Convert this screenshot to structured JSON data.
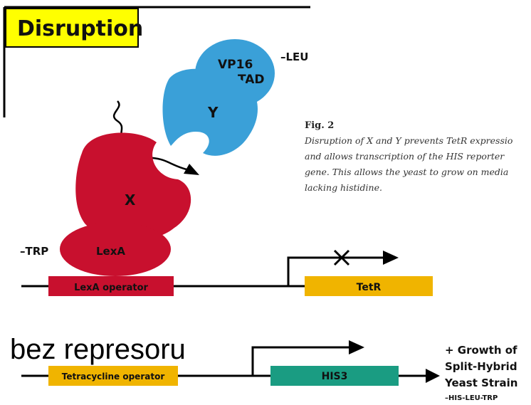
{
  "title": "Disruption",
  "proteins": {
    "vp16_tad_line1": "VP16",
    "vp16_tad_line2": "TAD",
    "y": "Y",
    "x": "X",
    "lexa": "LexA"
  },
  "markers": {
    "leu": "–LEU",
    "trp": "–TRP"
  },
  "figure": {
    "label": "Fig. 2",
    "caption_lines": [
      "Disruption of X and Y prevents TetR expressio",
      "and allows transcription of the HIS reporter",
      "gene. This allows the yeast to grow on media",
      "lacking histidine."
    ]
  },
  "dna_boxes": {
    "lexa_operator": "LexA operator",
    "tetr": "TetR",
    "tetracycline_operator": "Tetracycline operator",
    "his3": "HIS3"
  },
  "overlay_text": "bez represoru",
  "outcome": {
    "line1": "+ Growth of",
    "line2": "Split-Hybrid",
    "line3": "Yeast Strain",
    "line4": "–HIS-LEU-TRP"
  },
  "colors": {
    "title_box": "#ffff00",
    "red_protein": "#c8102e",
    "blue_protein": "#3aa0d8",
    "orange_box": "#f0b400",
    "teal_box": "#1a9c82",
    "crimson_box": "#c8102e"
  }
}
